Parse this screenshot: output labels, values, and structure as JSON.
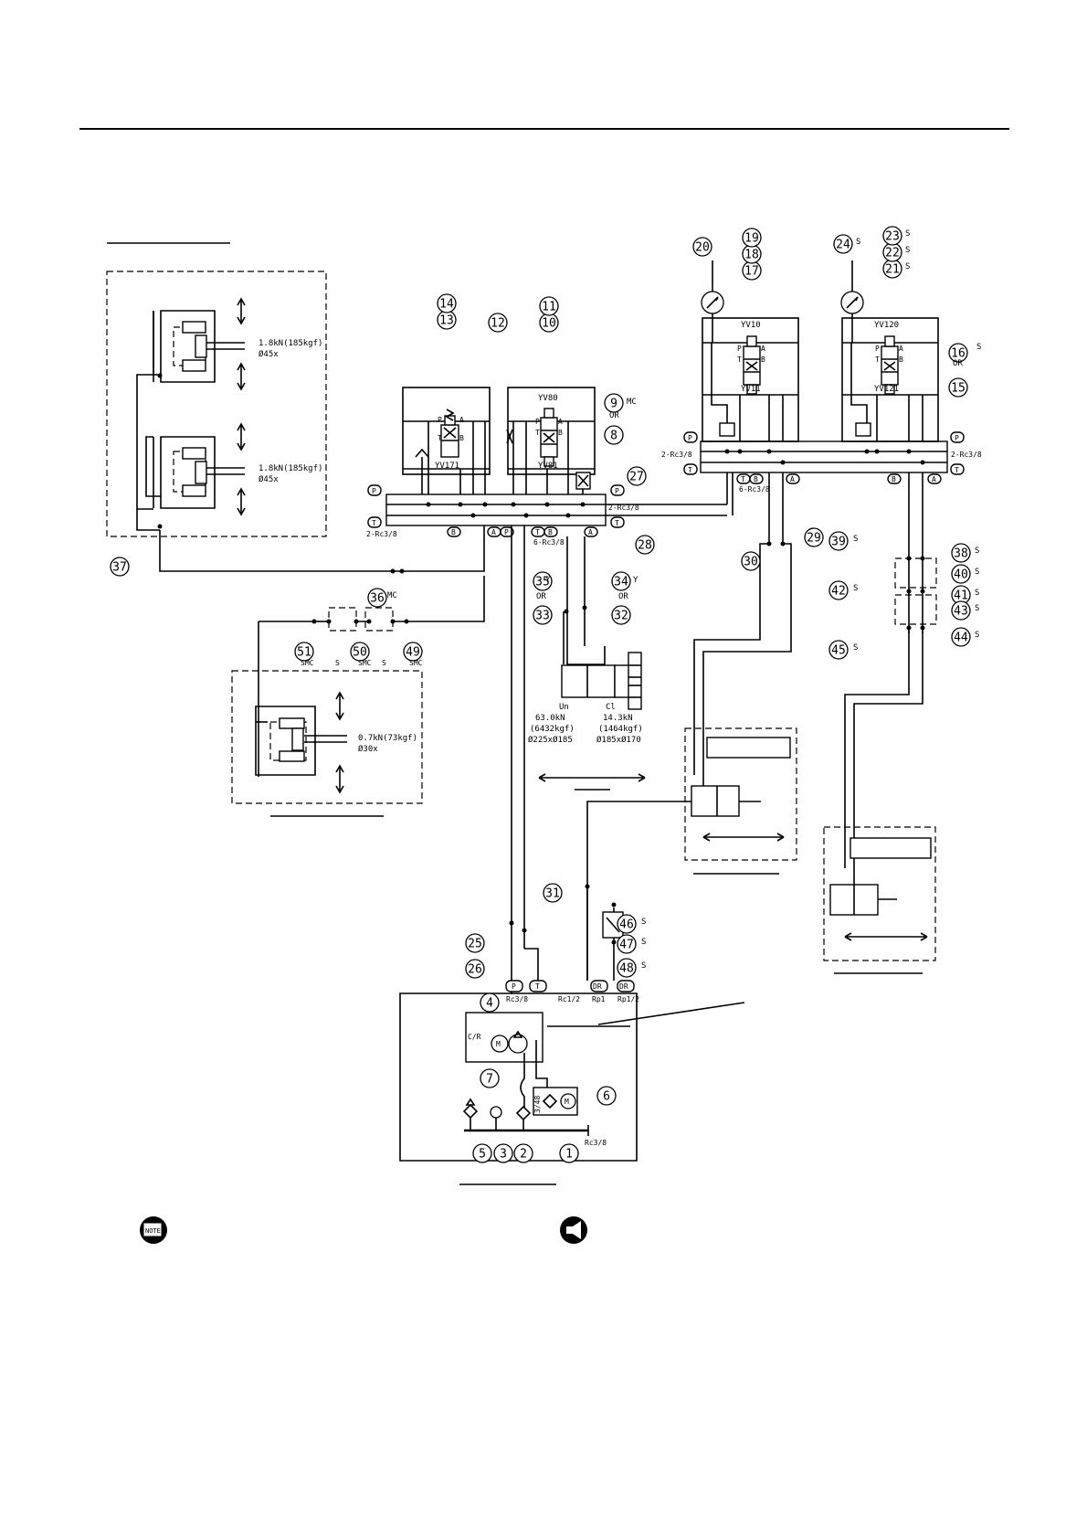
{
  "valves": {
    "yv171": "YV171",
    "yv80": "YV80",
    "yv81": "YV81",
    "yv10": "YV10",
    "yv11": "YV11",
    "yv120": "YV120",
    "yv121": "YV121"
  },
  "cylinders": {
    "upper_1_force": "1.8kN(185kgf)",
    "upper_1_bore": "Ø45x",
    "upper_2_force": "1.8kN(185kgf)",
    "upper_2_bore": "Ø45x",
    "lower_force": "0.7kN(73kgf)",
    "lower_bore": "Ø30x",
    "un_label": "Un",
    "cl_label": "Cl",
    "un_force": "63.0kN",
    "un_force_kgf": "(6432kgf)",
    "un_bore": "Ø225xØ185",
    "cl_force": "14.3kN",
    "cl_force_kgf": "(1464kgf)",
    "cl_bore": "Ø185xØ170"
  },
  "ports": {
    "p": "P",
    "t": "T",
    "a": "A",
    "b": "B",
    "dr": "DR",
    "manifold_2rc": "2-Rc3/8",
    "manifold_6rc": "6-Rc3/8",
    "rc38": "Rc3/8",
    "rc12": "Rc1/2",
    "rp1": "Rp1",
    "rp12": "Rp1/2",
    "rc38_tank": "Rc3/8",
    "size_348": "3/48",
    "gr": "C/R",
    "m": "M"
  },
  "suffix": {
    "or": "OR",
    "s": "S",
    "y": "Y",
    "mc": "MC",
    "smc": "SMC"
  },
  "bubbles": [
    "1",
    "2",
    "3",
    "4",
    "5",
    "6",
    "7",
    "8",
    "9",
    "10",
    "11",
    "12",
    "13",
    "14",
    "15",
    "16",
    "17",
    "18",
    "19",
    "20",
    "21",
    "22",
    "23",
    "24",
    "25",
    "26",
    "27",
    "28",
    "29",
    "30",
    "31",
    "32",
    "33",
    "34",
    "35",
    "36",
    "37",
    "38",
    "39",
    "40",
    "41",
    "42",
    "43",
    "44",
    "45",
    "46",
    "47",
    "48",
    "49",
    "50",
    "51"
  ],
  "icons": {
    "note": "note-icon",
    "caution": "caution-icon"
  },
  "icon_text": {
    "note": "NOTE"
  }
}
